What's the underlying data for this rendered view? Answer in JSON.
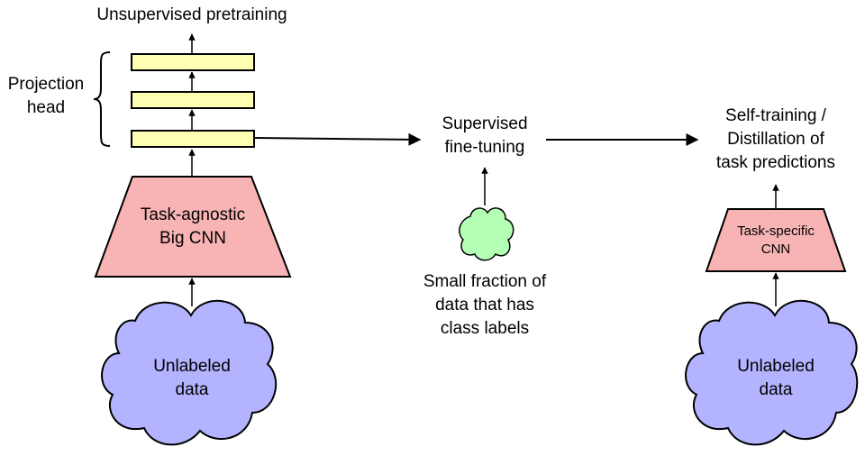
{
  "labels": {
    "unsupervised_pretraining": "Unsupervised pretraining",
    "projection_head": "Projection\nhead",
    "task_agnostic_cnn": "Task-agnostic\nBig CNN",
    "unlabeled_data_left": "Unlabeled\ndata",
    "supervised_finetuning": "Supervised\nfine-tuning",
    "small_fraction": "Small fraction of\ndata that has\nclass labels",
    "self_training": "Self-training /\nDistillation of\ntask predictions",
    "task_specific_cnn": "Task-specific\nCNN",
    "unlabeled_data_right": "Unlabeled\ndata"
  },
  "colors": {
    "projection_layer": "#ffffb3",
    "cnn": "#f8b4b4",
    "unlabeled_cloud": "#b3b3ff",
    "labeled_cloud": "#b3ffb3",
    "stroke": "#000000"
  }
}
